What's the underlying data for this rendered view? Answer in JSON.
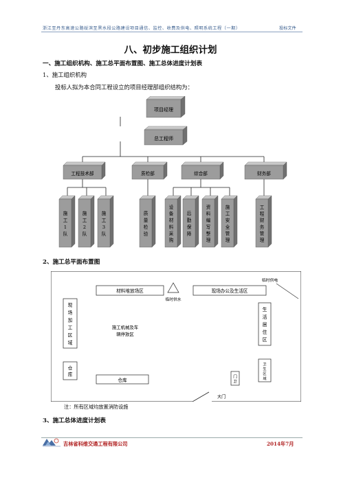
{
  "header": {
    "title": "浙江至丹东高速公路绥滨至黑水段公路建设项目通信、监控、收费及供电、照明系统工程（一期）",
    "doc_type": "投标文件"
  },
  "chapter_title": "八、初步施工组织计划",
  "section1": {
    "heading": "一、施工组织机构、施工总平面布置图、施工总体进度计划表",
    "sub_heading": "1、施工组织机构",
    "paragraph": "投标人拟为本合同工程设立的项目经理部组织结构为："
  },
  "org_chart": {
    "top": "项目经理",
    "second": "总工程师",
    "departments": [
      "工程技术部",
      "质检部",
      "综合部",
      "财务部"
    ],
    "teams": [
      {
        "text": "施工1队",
        "dept": 0
      },
      {
        "text": "施工2队",
        "dept": 0
      },
      {
        "text": "施工3队",
        "dept": 0
      },
      {
        "text": "质量检验",
        "dept": 1
      },
      {
        "text": "设备材料采购",
        "dept": 2
      },
      {
        "text": "后勤保障",
        "dept": 2
      },
      {
        "text": "资料编写整理",
        "dept": 2
      },
      {
        "text": "施工安全管理",
        "dept": 2
      },
      {
        "text": "工程财务管理",
        "dept": 3
      }
    ]
  },
  "section2": {
    "heading": "2、施工总平面布置图"
  },
  "site_plan": {
    "material_yard": "材料堆放场区",
    "temp_water": "临时供水",
    "office_area": "现场办公及生活区",
    "temp_power": "临时供电",
    "processing_area": "现场加工区域",
    "machinery_area_line1": "施工机械及车",
    "machinery_area_line2": "辆停放区",
    "living_area": "生活居住区",
    "warehouse_left": "仓库",
    "warehouse_bottom": "仓库",
    "toilet_area": "卫生区域",
    "gate_house": "门卫",
    "main_gate": "大门"
  },
  "note": "注：所有区域均放置消防设施",
  "section3": {
    "heading": "3、施工总体进度计划表"
  },
  "footer": {
    "company": "吉林省科维交通工程有限公司",
    "date": "2014年7月"
  },
  "colors": {
    "box_face": "#9c9c9c",
    "box_top": "#c4c4c4",
    "box_side": "#6e6e6e",
    "header_text": "#3b5f8f",
    "footer_text": "#b02020"
  }
}
